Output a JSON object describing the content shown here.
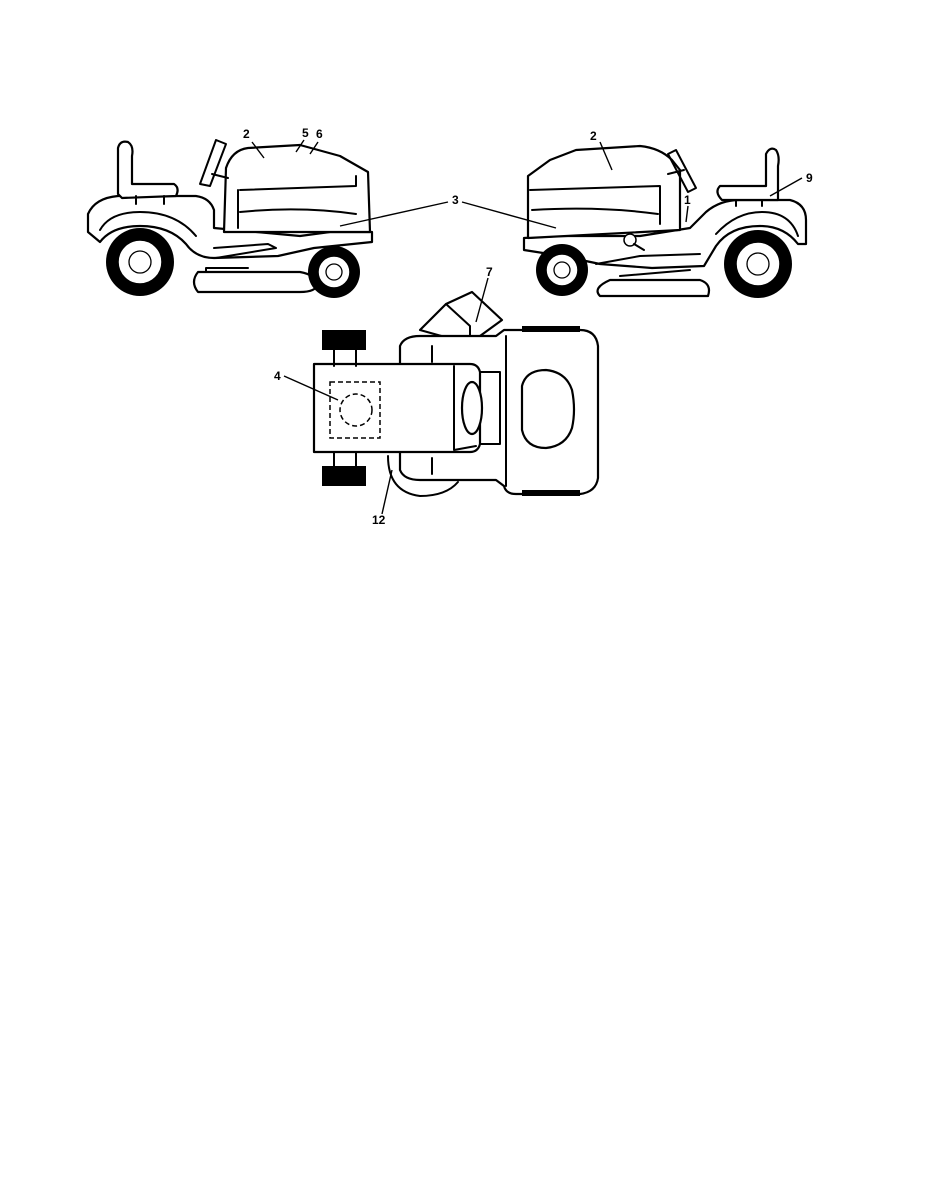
{
  "diagram": {
    "callouts": {
      "left_view": [
        "2",
        "5",
        "6",
        "3"
      ],
      "right_view": [
        "2",
        "9",
        "1"
      ],
      "top_view": [
        "7",
        "4",
        "12"
      ]
    }
  }
}
